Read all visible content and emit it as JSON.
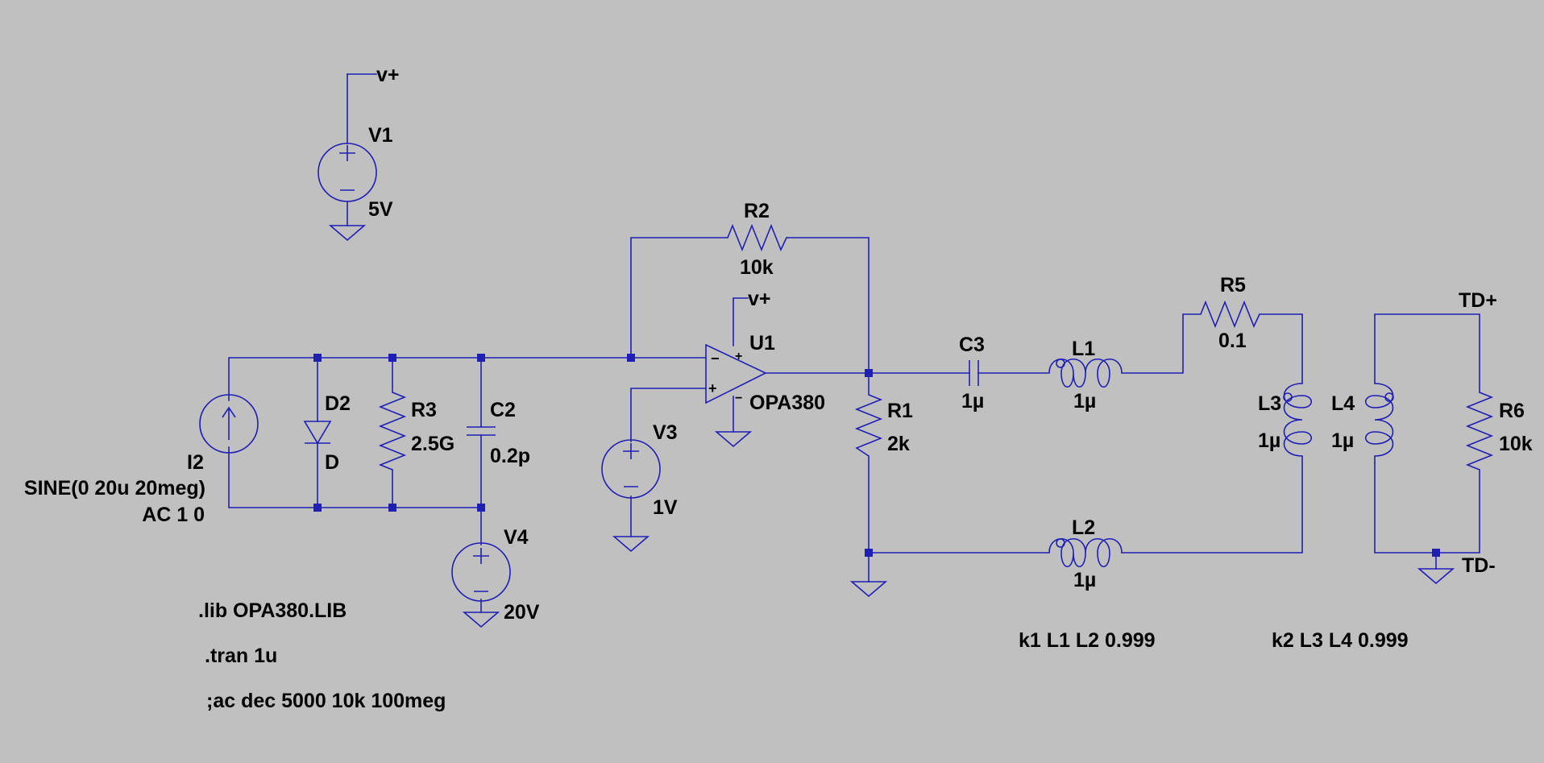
{
  "colors": {
    "background": "#c0c0c0",
    "wire": "#1f1fb4",
    "text": "#000000"
  },
  "components": {
    "v1": {
      "name": "V1",
      "value": "5V"
    },
    "v3": {
      "name": "V3",
      "value": "1V"
    },
    "v4": {
      "name": "V4",
      "value": "20V"
    },
    "i2": {
      "name": "I2",
      "value": "SINE(0 20u 20meg)",
      "ac": "AC 1 0"
    },
    "d2": {
      "name": "D2",
      "value": "D"
    },
    "r1": {
      "name": "R1",
      "value": "2k"
    },
    "r2": {
      "name": "R2",
      "value": "10k"
    },
    "r3": {
      "name": "R3",
      "value": "2.5G"
    },
    "r5": {
      "name": "R5",
      "value": "0.1"
    },
    "r6": {
      "name": "R6",
      "value": "10k"
    },
    "c2": {
      "name": "C2",
      "value": "0.2p"
    },
    "c3": {
      "name": "C3",
      "value": "1µ"
    },
    "l1": {
      "name": "L1",
      "value": "1µ"
    },
    "l2": {
      "name": "L2",
      "value": "1µ"
    },
    "l3": {
      "name": "L3",
      "value": "1µ"
    },
    "l4": {
      "name": "L4",
      "value": "1µ"
    },
    "u1": {
      "name": "U1",
      "value": "OPA380"
    }
  },
  "net_labels": {
    "vplus": "v+",
    "td_plus": "TD+",
    "td_minus": "TD-"
  },
  "pin_marks": {
    "plus": "+",
    "minus": "−"
  },
  "directives": {
    "lib": ".lib OPA380.LIB",
    "tran": ".tran 1u",
    "ac": ";ac dec 5000 10k 100meg",
    "k1": "k1 L1 L2 0.999",
    "k2": "k2 L3 L4 0.999"
  }
}
